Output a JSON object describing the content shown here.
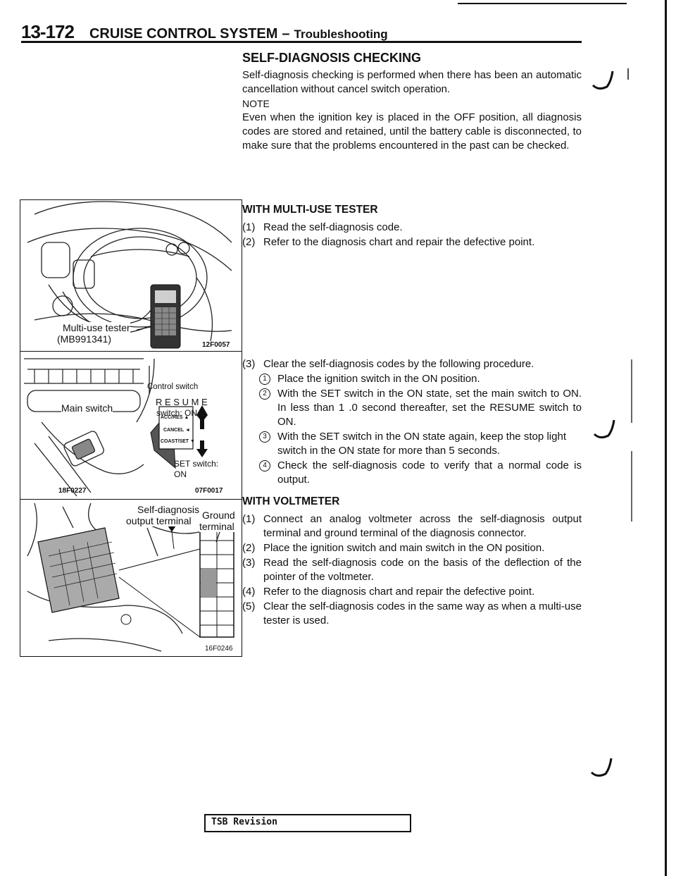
{
  "header": {
    "page_number": "13-172",
    "section": "CRUISE CONTROL SYSTEM",
    "dash": "–",
    "subsection": "Troubleshooting"
  },
  "intro": {
    "title": "SELF-DIAGNOSIS CHECKING",
    "paragraph": "Self-diagnosis checking is performed when there has been an automatic cancellation without cancel switch operation.",
    "note_label": "NOTE",
    "note_text": "Even when the ignition key is placed in the OFF position, all diagnosis codes are stored and retained, until the battery cable is disconnected, to make sure that the problems encountered in the past can be checked."
  },
  "multi_use": {
    "title": "WITH MULTI-USE TESTER",
    "steps": [
      {
        "num": "(1)",
        "text": "Read the self-diagnosis code."
      },
      {
        "num": "(2)",
        "text": "Refer to the diagnosis chart and repair the defective point."
      }
    ],
    "step3": {
      "num": "(3)",
      "text": "Clear the self-diagnosis codes by the following procedure.",
      "substeps": [
        {
          "num": "1",
          "text": "Place the ignition switch in the ON position."
        },
        {
          "num": "2",
          "text": "With the SET switch in the ON state, set the main switch to ON. In less than 1 .0 second thereafter, set the RESUME switch to ON."
        },
        {
          "num": "3",
          "text": "With the SET switch in the ON state again, keep the stop light switch in the ON state for more than 5 seconds."
        },
        {
          "num": "4",
          "text": "Check the self-diagnosis code to verify that a normal code is output."
        }
      ]
    }
  },
  "voltmeter": {
    "title": "WITH VOLTMETER",
    "steps": [
      {
        "num": "(1)",
        "text": "Connect an analog voltmeter across the self-diagnosis output terminal and ground terminal of the diagnosis connector."
      },
      {
        "num": "(2)",
        "text": "Place the ignition switch and main switch in the ON position."
      },
      {
        "num": "(3)",
        "text": "Read the self-diagnosis code on the basis of the deflection of the pointer of the voltmeter."
      },
      {
        "num": "(4)",
        "text": "Refer to the diagnosis chart and repair the defective point."
      },
      {
        "num": "(5)",
        "text": "Clear the self-diagnosis codes in the same way as when a multi-use tester is used."
      }
    ]
  },
  "figures": {
    "fig1": {
      "label_tester": "Multi-use tester",
      "label_part": "(MB991341)",
      "code": "12F0057"
    },
    "fig2": {
      "label_control": "Control switch",
      "label_resume": "R E S U M E",
      "label_resume2": "switch: ON",
      "label_main": "Main switch",
      "btn_acc": "ACC/RES ▲",
      "btn_cancel": "CANCEL ◄",
      "btn_coast": "COAST/SET ▼",
      "label_set": "SET switch:",
      "label_set2": "ON",
      "code_left": "18F0227",
      "code_right": "07F0017"
    },
    "fig3": {
      "label_selfdiag1": "Self-diagnosis",
      "label_selfdiag2": "output terminal",
      "label_ground1": "Ground",
      "label_ground2": "terminal",
      "code": "16F0246"
    }
  },
  "footer": {
    "tsb": "TSB Revision"
  }
}
